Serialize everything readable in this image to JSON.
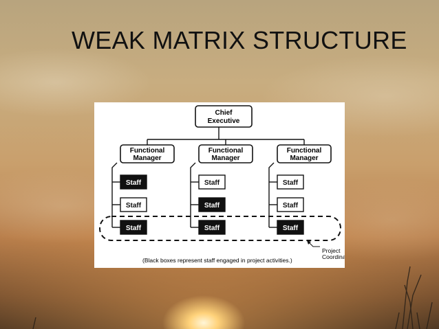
{
  "slide": {
    "title": "WEAK MATRIX STRUCTURE"
  },
  "diagram": {
    "chief": {
      "line1": "Chief",
      "line2": "Executive"
    },
    "managers": [
      {
        "line1": "Functional",
        "line2": "Manager",
        "staff": [
          {
            "label": "Staff",
            "project": true
          },
          {
            "label": "Staff",
            "project": false
          },
          {
            "label": "Staff",
            "project": true
          }
        ]
      },
      {
        "line1": "Functional",
        "line2": "Manager",
        "staff": [
          {
            "label": "Staff",
            "project": false
          },
          {
            "label": "Staff",
            "project": true
          },
          {
            "label": "Staff",
            "project": true
          }
        ]
      },
      {
        "line1": "Functional",
        "line2": "Manager",
        "staff": [
          {
            "label": "Staff",
            "project": false
          },
          {
            "label": "Staff",
            "project": false
          },
          {
            "label": "Staff",
            "project": true
          }
        ]
      }
    ],
    "coordination_label": {
      "line1": "Project",
      "line2": "Coordination"
    },
    "footnote": "(Black boxes represent staff engaged in project activities.)"
  }
}
